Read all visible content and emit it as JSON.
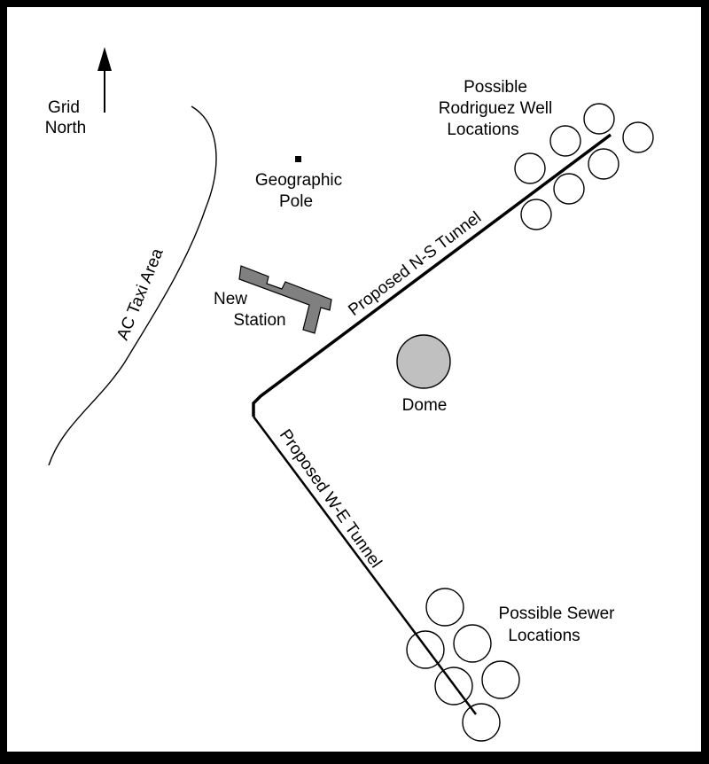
{
  "labels": {
    "grid_north": [
      "Grid",
      "North"
    ],
    "geographic_pole": [
      "Geographic",
      "Pole"
    ],
    "new_station": [
      "New",
      "Station"
    ],
    "ac_taxi_area": "AC Taxi Area",
    "ns_tunnel": "Proposed N-S Tunnel",
    "we_tunnel": "Proposed W-E Tunnel",
    "dome": "Dome",
    "rodriguez_wells": [
      "Possible",
      "Rodriguez Well",
      "Locations"
    ],
    "sewer_locations": [
      "Possible Sewer",
      "Locations"
    ]
  },
  "colors": {
    "frame": "#000000",
    "background": "#ffffff",
    "station_fill": "#808080",
    "dome_fill": "#c0c0c0",
    "line": "#000000"
  },
  "icons": {
    "north_arrow": "arrow-up-icon",
    "pole_marker": "square-marker-icon"
  }
}
